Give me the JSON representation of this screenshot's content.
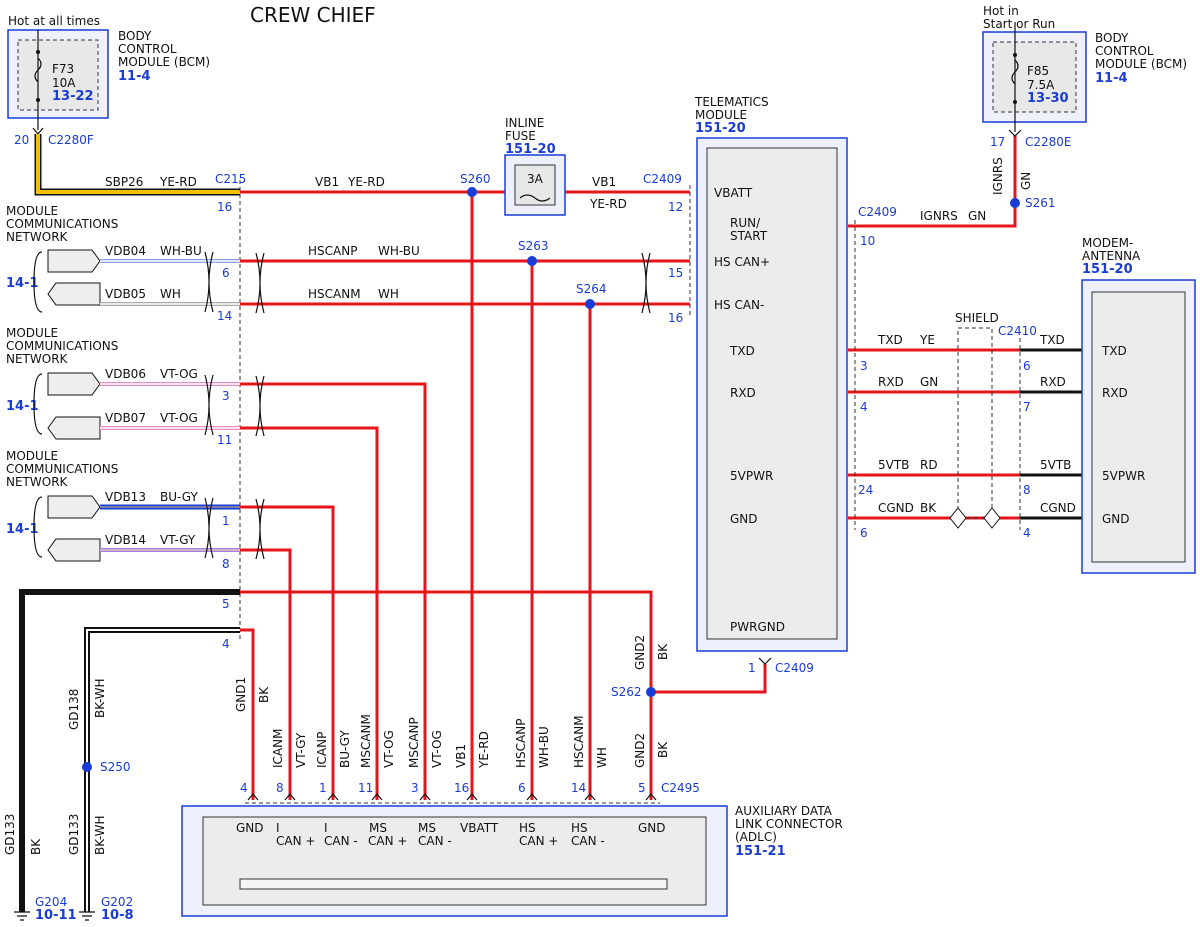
{
  "title": "CREW CHIEF",
  "bcm_left": {
    "hot": "Hot at all times",
    "name1": "BODY",
    "name2": "CONTROL",
    "name3": "MODULE (BCM)",
    "ref": "11-4",
    "fuse": "F73",
    "amp": "10A",
    "fuse_ref": "13-22",
    "pin": "20",
    "conn": "C2280F"
  },
  "bcm_right": {
    "hot1": "Hot in",
    "hot2": "Start or Run",
    "name1": "BODY",
    "name2": "CONTROL",
    "name3": "MODULE (BCM)",
    "ref": "11-4",
    "fuse": "F85",
    "amp": "7.5A",
    "fuse_ref": "13-30",
    "pin": "17",
    "conn": "C2280E"
  },
  "inline_fuse": {
    "l1": "INLINE",
    "l2": "FUSE",
    "ref": "151-20",
    "amp": "3A"
  },
  "telematics": {
    "l1": "TELEMATICS",
    "l2": "MODULE",
    "ref": "151-20",
    "vbatt": "VBATT",
    "run1": "RUN/",
    "run2": "START",
    "hscanp": "HS CAN+",
    "hscanm": "HS CAN-",
    "txd": "TXD",
    "rxd": "RXD",
    "pwr": "5VPWR",
    "gnd": "GND",
    "pwrgnd": "PWRGND"
  },
  "modem": {
    "l1": "MODEM-",
    "l2": "ANTENNA",
    "ref": "151-20",
    "txd": "TXD",
    "rxd": "RXD",
    "pwr": "5VPWR",
    "gnd": "GND"
  },
  "mcn": {
    "l1": "MODULE",
    "l2": "COMMUNICATIONS",
    "l3": "NETWORK",
    "ref": "14-1"
  },
  "wires": {
    "sbp26": "SBP26",
    "yerd": "YE-RD",
    "vb1": "VB1",
    "vb1_color": "YE-RD",
    "vdb04": "VDB04",
    "whbu": "WH-BU",
    "vdb05": "VDB05",
    "wh": "WH",
    "vdb06": "VDB06",
    "vtog": "VT-OG",
    "vdb07": "VDB07",
    "vtog2": "VT-OG",
    "vdb13": "VDB13",
    "bugy": "BU-GY",
    "vdb14": "VDB14",
    "vtgy": "VT-GY",
    "hscanp": "HSCANP",
    "hscanp_c": "WH-BU",
    "hscanm": "HSCANM",
    "hscanm_c": "WH",
    "ignrs": "IGNRS",
    "gn": "GN",
    "txd": "TXD",
    "ye": "YE",
    "rxd": "RXD",
    "gn2": "GN",
    "vtb": "5VTB",
    "rd": "RD",
    "cgnd": "CGND",
    "bk": "BK",
    "shield": "SHIELD",
    "gnd2": "GND2",
    "gnd2_c": "BK",
    "gnd1": "GND1",
    "gnd1_c": "BK",
    "gd138": "GD138",
    "bkwh": "BK-WH",
    "gd133": "GD133",
    "bk2": "BK"
  },
  "vert_labels": [
    {
      "name": "GND1",
      "color": "BK"
    },
    {
      "name": "ICANM",
      "color": "VT-GY"
    },
    {
      "name": "ICANP",
      "color": "BU-GY"
    },
    {
      "name": "MSCANM",
      "color": "VT-OG"
    },
    {
      "name": "MSCANP",
      "color": "VT-OG"
    },
    {
      "name": "VB1",
      "color": "YE-RD"
    },
    {
      "name": "HSCANP",
      "color": "WH-BU"
    },
    {
      "name": "HSCANM",
      "color": "WH"
    },
    {
      "name": "GND2",
      "color": "BK"
    }
  ],
  "adlc_pins": [
    "4",
    "8",
    "1",
    "11",
    "3",
    "16",
    "6",
    "14",
    "5"
  ],
  "adlc_labels": [
    {
      "a": "GND",
      "b": ""
    },
    {
      "a": "I",
      "b": "CAN +"
    },
    {
      "a": "I",
      "b": "CAN -"
    },
    {
      "a": "MS",
      "b": "CAN +"
    },
    {
      "a": "MS",
      "b": "CAN -"
    },
    {
      "a": "VBATT",
      "b": ""
    },
    {
      "a": "HS",
      "b": "CAN +"
    },
    {
      "a": "HS",
      "b": "CAN -"
    },
    {
      "a": "GND",
      "b": ""
    }
  ],
  "adlc": {
    "l1": "AUXILIARY DATA",
    "l2": "LINK CONNECTOR",
    "l3": "(ADLC)",
    "ref": "151-21",
    "conn": "C2495"
  },
  "c215_pins": [
    "16",
    "6",
    "14",
    "3",
    "11",
    "1",
    "8",
    "5",
    "4"
  ],
  "c2409_pins": [
    "12",
    "15",
    "16"
  ],
  "c2409b_pin": "10",
  "c2409c_pin": "1",
  "tm_right_pins": [
    "3",
    "4",
    "24",
    "6"
  ],
  "c2410_pins": [
    "6",
    "7",
    "8",
    "4"
  ],
  "connectors": {
    "c215": "C215",
    "c2409": "C2409",
    "c2410": "C2410"
  },
  "splices": {
    "s260": "S260",
    "s261": "S261",
    "s263": "S263",
    "s264": "S264",
    "s262": "S262",
    "s250": "S250"
  },
  "grounds": {
    "g204": "G204",
    "g204_ref": "10-11",
    "g202": "G202",
    "g202_ref": "10-8"
  }
}
